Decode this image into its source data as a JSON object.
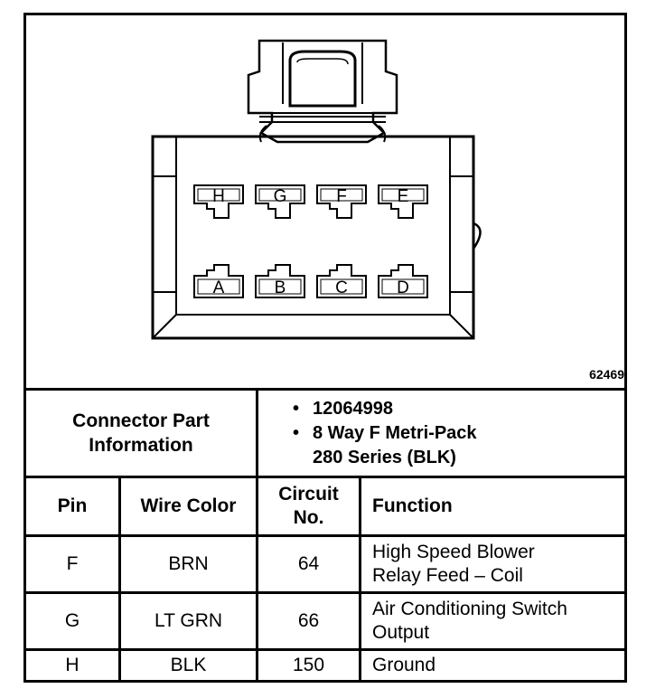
{
  "figure": {
    "number": "62469",
    "pins_top": [
      "H",
      "G",
      "F",
      "E"
    ],
    "pins_bottom": [
      "A",
      "B",
      "C",
      "D"
    ]
  },
  "connector_info": {
    "label_line1": "Connector Part",
    "label_line2": "Information",
    "part_number": "12064998",
    "description_line1": "8 Way F Metri-Pack",
    "description_line2": "280 Series (BLK)",
    "bullet": "•"
  },
  "table": {
    "headers": {
      "pin": "Pin",
      "wire_color": "Wire Color",
      "circuit_line1": "Circuit",
      "circuit_line2": "No.",
      "function": "Function"
    },
    "rows": [
      {
        "pin": "F",
        "wire_color": "BRN",
        "circuit": "64",
        "function_line1": "High Speed Blower",
        "function_line2": "Relay Feed – Coil"
      },
      {
        "pin": "G",
        "wire_color": "LT GRN",
        "circuit": "66",
        "function_line1": "Air Conditioning Switch",
        "function_line2": "Output"
      },
      {
        "pin": "H",
        "wire_color": "BLK",
        "circuit": "150",
        "function_line1": "Ground",
        "function_line2": ""
      }
    ]
  }
}
